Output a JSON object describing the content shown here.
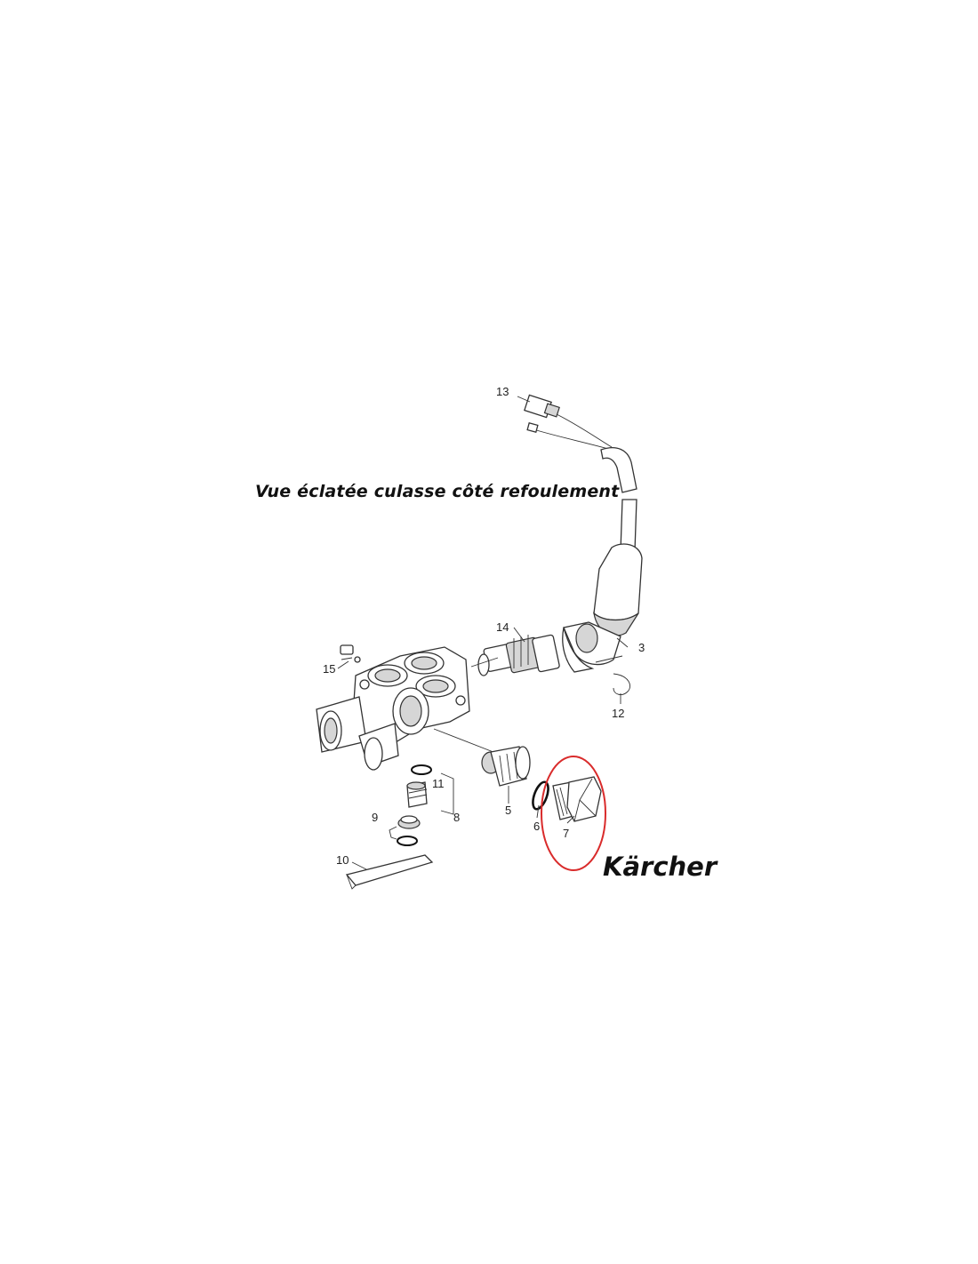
{
  "caption": {
    "title": "Vue éclatée culasse côté refoulement",
    "brand": "Kärcher"
  },
  "callouts": {
    "p3": "3",
    "p5": "5",
    "p6": "6",
    "p7": "7",
    "p8": "8",
    "p9": "9",
    "p10": "10",
    "p11": "11",
    "p12": "12",
    "p13": "13",
    "p14": "14",
    "p15": "15"
  },
  "colors": {
    "highlight": "#d92b2b",
    "line": "#333333"
  }
}
